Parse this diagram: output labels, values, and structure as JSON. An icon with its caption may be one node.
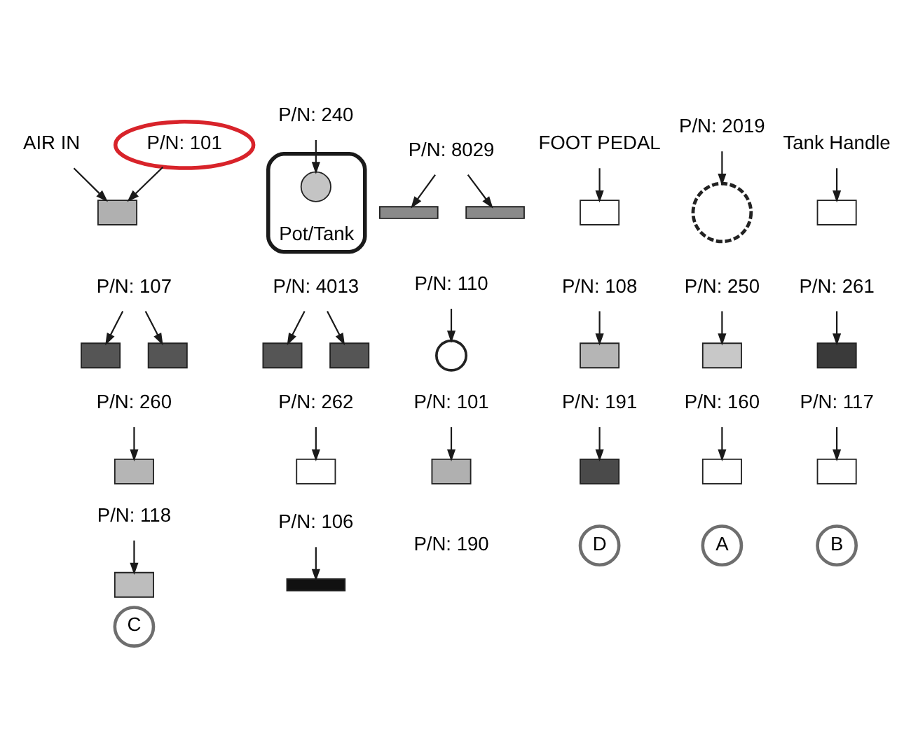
{
  "diagram": {
    "nodes": [
      {
        "text": [
          "Tank Handle"
        ]
      },
      {
        "text": [
          "P/N: 108"
        ]
      },
      {
        "text": [
          "P/N: 240"
        ]
      },
      {
        "text": [
          "P/N: 250"
        ]
      },
      {
        "text": [
          "AIR IN"
        ]
      },
      {
        "text": [],
        "shape": "box"
      },
      {
        "text": [
          "P/N: 2019"
        ]
      },
      {
        "text": [
          "P/N: 261"
        ]
      },
      {
        "text": [],
        "shape": "box"
      },
      {
        "text": [],
        "shape": "box"
      },
      {
        "text": [
          "P/N: 260"
        ]
      },
      {
        "text": [
          "P/N: 101"
        ]
      },
      {
        "text": [
          "D"
        ]
      },
      {
        "text": [],
        "shape": "box"
      },
      {
        "text": [
          "Pot/Tank"
        ]
      },
      {
        "text": [],
        "shape": "circle",
        "in": 14
      },
      {
        "text": [
          "A"
        ]
      },
      {
        "text": [
          "P/N: 262"
        ]
      },
      {
        "text": [],
        "shape": "box"
      },
      {
        "text": [],
        "shape": "box"
      },
      {
        "text": [],
        "shape": "circle"
      },
      {
        "text": [],
        "shape": "circle"
      },
      {
        "text": [],
        "shape": "box"
      },
      {
        "text": [],
        "shape": "box"
      },
      {
        "text": [],
        "shape": "box"
      },
      {
        "text": [
          "P/N: 106"
        ]
      },
      {
        "text": [
          "P/N: 117"
        ]
      },
      {
        "text": [],
        "shape": "box"
      },
      {
        "text": [
          "P/N: 107"
        ]
      },
      {
        "text": [],
        "shape": "bar"
      },
      {
        "text": [
          "P/N: 110"
        ]
      },
      {
        "text": [
          "P/N: 4013"
        ]
      },
      {
        "text": [
          "P/N: 118"
        ]
      },
      {
        "text": [],
        "shape": "box"
      },
      {
        "text": [
          "B"
        ]
      },
      {
        "text": [],
        "shape": "box"
      },
      {
        "text": [
          "P/N: 191"
        ]
      },
      {
        "text": [
          "P/N: 101"
        ]
      },
      {
        "text": [
          "FOOT PEDAL"
        ]
      },
      {
        "text": [
          "C"
        ]
      },
      {
        "text": [],
        "shape": "box"
      },
      {
        "text": [],
        "shape": "box"
      },
      {
        "text": [],
        "shape": "box"
      },
      {
        "text": [],
        "shape": "box"
      },
      {
        "text": [],
        "shape": "box"
      },
      {
        "text": [],
        "shape": "bar"
      },
      {
        "text": [
          "P/N: 160"
        ]
      },
      {
        "text": [],
        "shape": "bar"
      },
      {
        "text": [
          "P/N: 8029"
        ]
      }
    ],
    "edges": [
      {
        "from": 0,
        "to": 5,
        "arrow": "to"
      },
      {
        "from": 1,
        "to": 8,
        "arrow": "to"
      },
      {
        "from": 2,
        "to": 15,
        "arrow": "to"
      },
      {
        "from": 3,
        "to": 9,
        "arrow": "to"
      },
      {
        "from": 4,
        "to": 19,
        "arrow": "to"
      },
      {
        "from": 6,
        "to": 20,
        "arrow": "to"
      },
      {
        "from": 7,
        "to": 13,
        "arrow": "to"
      },
      {
        "from": 10,
        "to": 18,
        "arrow": "to"
      },
      {
        "from": 11,
        "to": 19,
        "arrow": "to"
      },
      {
        "from": 17,
        "to": 22,
        "arrow": "to"
      },
      {
        "from": 25,
        "to": 29,
        "arrow": "to"
      },
      {
        "from": 26,
        "to": 24,
        "arrow": "to"
      },
      {
        "from": 28,
        "to": 23,
        "arrow": "to"
      },
      {
        "from": 28,
        "to": 43,
        "arrow": "to"
      },
      {
        "from": 30,
        "to": 21,
        "arrow": "to"
      },
      {
        "from": 31,
        "to": 27,
        "arrow": "to"
      },
      {
        "from": 31,
        "to": 40,
        "arrow": "to"
      },
      {
        "from": 32,
        "to": 33,
        "arrow": "to"
      },
      {
        "from": 36,
        "to": 41,
        "arrow": "to"
      },
      {
        "from": 37,
        "to": 35,
        "arrow": "to"
      },
      {
        "from": 38,
        "to": 44,
        "arrow": "to"
      },
      {
        "from": 46,
        "to": 42,
        "arrow": "to"
      },
      {
        "from": 48,
        "to": 45,
        "arrow": "to"
      },
      {
        "from": 48,
        "to": 47,
        "arrow": "to"
      }
    ],
    "labels": [
      "P/N: 190"
    ]
  }
}
